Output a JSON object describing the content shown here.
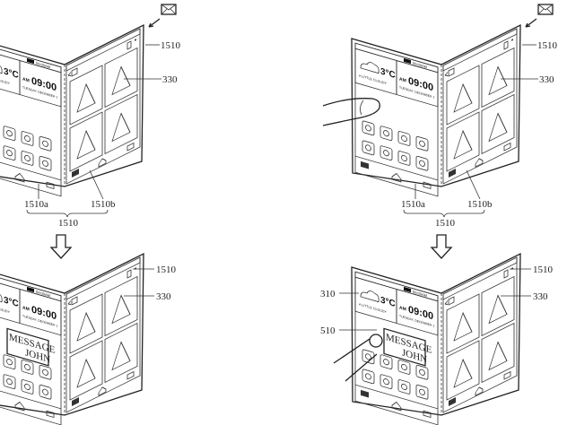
{
  "figure": {
    "labels": {
      "device": "1510",
      "content": "330",
      "left_display": "1510a",
      "right_display": "1510b",
      "weather_widget": "310",
      "message_popup": "510"
    },
    "screen": {
      "temperature": "3°C",
      "weather_desc": "A LITTLE CLOUDY",
      "am_pm": "AM",
      "clock": "09:00",
      "date": "TUESDAY, DECEMBER 1",
      "status_time": "09:00AM"
    },
    "popup": {
      "line1": "MESSAGE",
      "line2": "JOHN"
    },
    "icons": [
      "envelope-icon",
      "finger-icon",
      "stylus-icon",
      "down-arrow-icon"
    ]
  }
}
